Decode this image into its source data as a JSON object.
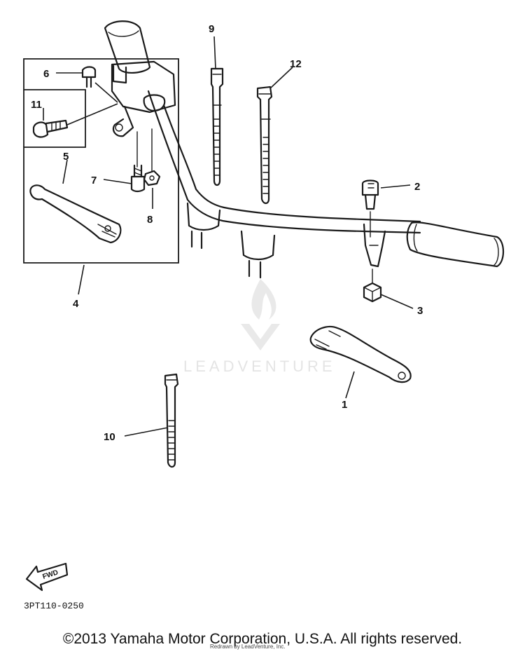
{
  "diagram": {
    "callouts": [
      {
        "id": "1",
        "label": "1"
      },
      {
        "id": "2",
        "label": "2"
      },
      {
        "id": "3",
        "label": "3"
      },
      {
        "id": "4",
        "label": "4"
      },
      {
        "id": "5",
        "label": "5"
      },
      {
        "id": "6",
        "label": "6"
      },
      {
        "id": "7",
        "label": "7"
      },
      {
        "id": "8",
        "label": "8"
      },
      {
        "id": "9",
        "label": "9"
      },
      {
        "id": "10",
        "label": "10"
      },
      {
        "id": "11",
        "label": "11"
      },
      {
        "id": "12",
        "label": "12"
      }
    ],
    "diagram_code": "3PT110-0250",
    "fwd_label": "FWD"
  },
  "watermark": {
    "text": "LEADVENTURE"
  },
  "footer": {
    "copyright": "©2013 Yamaha Motor Corporation, U.S.A. All rights reserved.",
    "redrawn_note": "Redrawn by LeadVenture, Inc."
  }
}
